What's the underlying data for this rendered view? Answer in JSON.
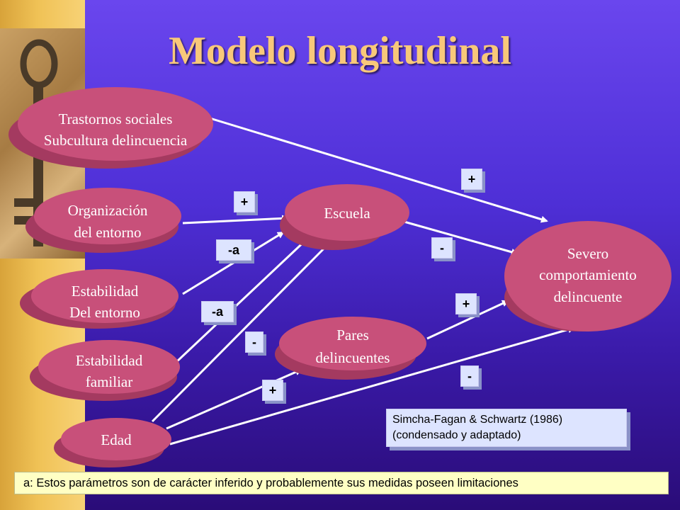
{
  "title": "Modelo longitudinal",
  "nodes": {
    "trastornos": {
      "line1": "Trastornos sociales",
      "line2": "Subcultura delincuencia"
    },
    "organizacion": {
      "line1": "Organización",
      "line2": "del entorno"
    },
    "estabilidad_entorno": {
      "line1": "Estabilidad",
      "line2": "Del entorno"
    },
    "estabilidad_familiar": {
      "line1": "Estabilidad",
      "line2": "familiar"
    },
    "edad": {
      "line1": "Edad"
    },
    "escuela": {
      "line1": "Escuela"
    },
    "pares": {
      "line1": "Pares",
      "line2": "delincuentes"
    },
    "severo": {
      "line1": "Severo",
      "line2": "comportamiento",
      "line3": "delincuente"
    }
  },
  "signs": {
    "trastornos_severo": "+",
    "organizacion_escuela": "+",
    "entorno_escuela": "-a",
    "familiar_escuela": "-a",
    "edad_escuela": "-",
    "edad_pares": "+",
    "escuela_severo": "-",
    "pares_severo": "+",
    "edad_severo": "-"
  },
  "citation": {
    "line1": "Simcha-Fagan & Schwartz (1986)",
    "line2": "(condensado y adaptado)"
  },
  "footnote": "a: Estos parámetros son de carácter inferido y probablemente sus medidas poseen limitaciones",
  "colors": {
    "node": "#c8507a",
    "node_shadow": "#a43a60",
    "arrow": "#ffffff",
    "title": "#f8c87a"
  }
}
